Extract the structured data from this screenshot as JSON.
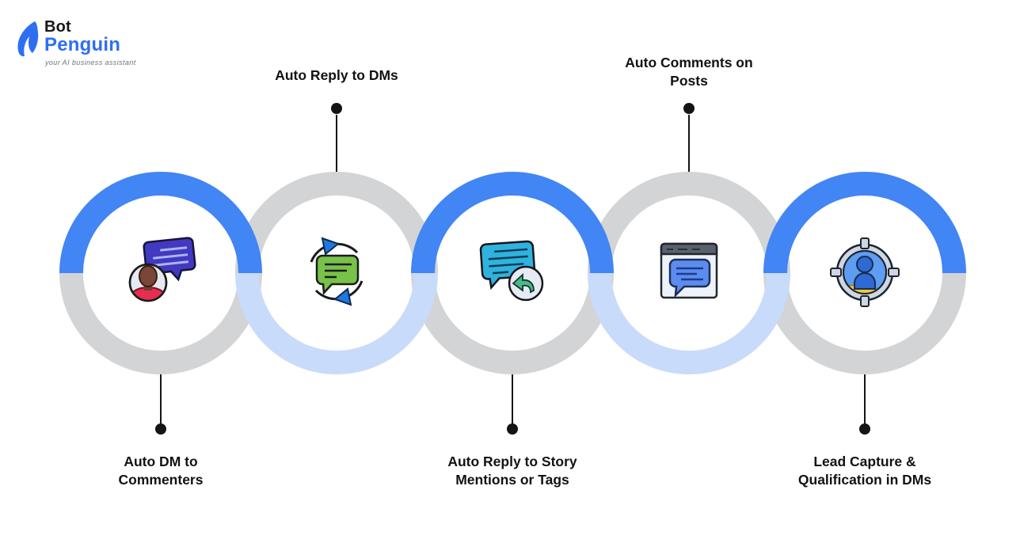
{
  "logo": {
    "bot": "Bot",
    "penguin": "Penguin",
    "tagline": "your AI business assistant"
  },
  "colors": {
    "blue": "#4285f4",
    "light_blue": "#c9dbfa",
    "gray": "#d3d4d5",
    "ink": "#141414",
    "logo_blue": "#2e6ff2"
  },
  "steps": [
    {
      "label": "Auto DM to\nCommenters",
      "label_position": "below",
      "icon": "person-with-dm-bubble-icon",
      "ring_top": "blue",
      "ring_bottom": "gray"
    },
    {
      "label": "Auto Reply to DMs",
      "label_position": "above",
      "icon": "chat-sync-arrows-icon",
      "ring_top": "gray",
      "ring_bottom": "light_blue"
    },
    {
      "label": "Auto Reply to Story\nMentions or Tags",
      "label_position": "below",
      "icon": "chat-reply-arrow-icon",
      "ring_top": "blue",
      "ring_bottom": "gray"
    },
    {
      "label": "Auto Comments on\nPosts",
      "label_position": "above",
      "icon": "browser-comment-icon",
      "ring_top": "gray",
      "ring_bottom": "light_blue"
    },
    {
      "label": "Lead Capture &\nQualification in DMs",
      "label_position": "below",
      "icon": "lead-target-person-icon",
      "ring_top": "blue",
      "ring_bottom": "gray"
    }
  ]
}
